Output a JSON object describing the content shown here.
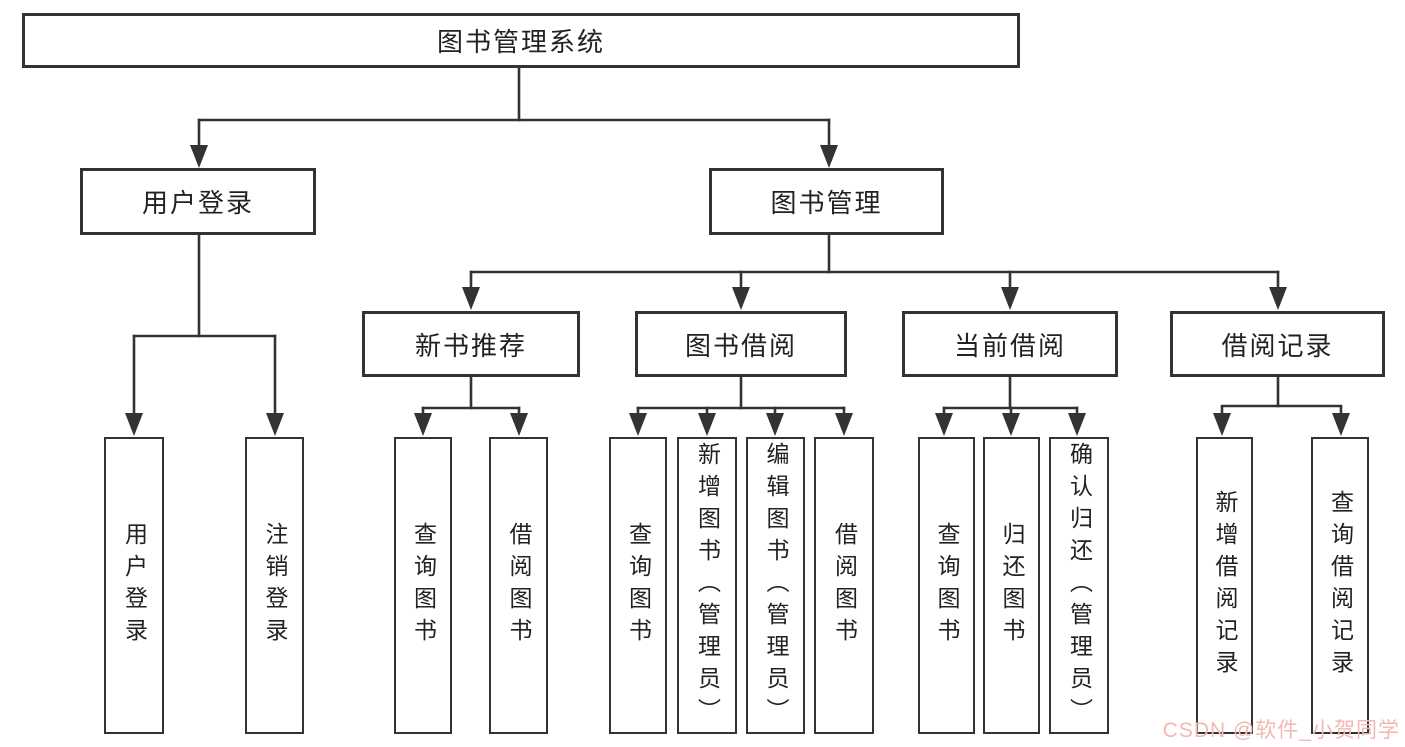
{
  "tree": {
    "root": {
      "label": "图书管理系统",
      "children": [
        {
          "label": "用户登录",
          "children": [
            {
              "label": "用户登录"
            },
            {
              "label": "注销登录"
            }
          ]
        },
        {
          "label": "图书管理",
          "children": [
            {
              "label": "新书推荐",
              "children": [
                {
                  "label": "查询图书"
                },
                {
                  "label": "借阅图书"
                }
              ]
            },
            {
              "label": "图书借阅",
              "children": [
                {
                  "label": "查询图书"
                },
                {
                  "label": "新增图书（管理员）"
                },
                {
                  "label": "编辑图书（管理员）"
                },
                {
                  "label": "借阅图书"
                }
              ]
            },
            {
              "label": "当前借阅",
              "children": [
                {
                  "label": "查询图书"
                },
                {
                  "label": "归还图书"
                },
                {
                  "label": "确认归还（管理员）"
                }
              ]
            },
            {
              "label": "借阅记录",
              "children": [
                {
                  "label": "新增借阅记录"
                },
                {
                  "label": "查询借阅记录"
                }
              ]
            }
          ]
        }
      ]
    }
  },
  "watermark": {
    "text": "CSDN @软件_小贺同学"
  },
  "colors": {
    "line": "#333333",
    "text": "#222222",
    "background": "#ffffff",
    "watermark": "#f2b8b1"
  }
}
